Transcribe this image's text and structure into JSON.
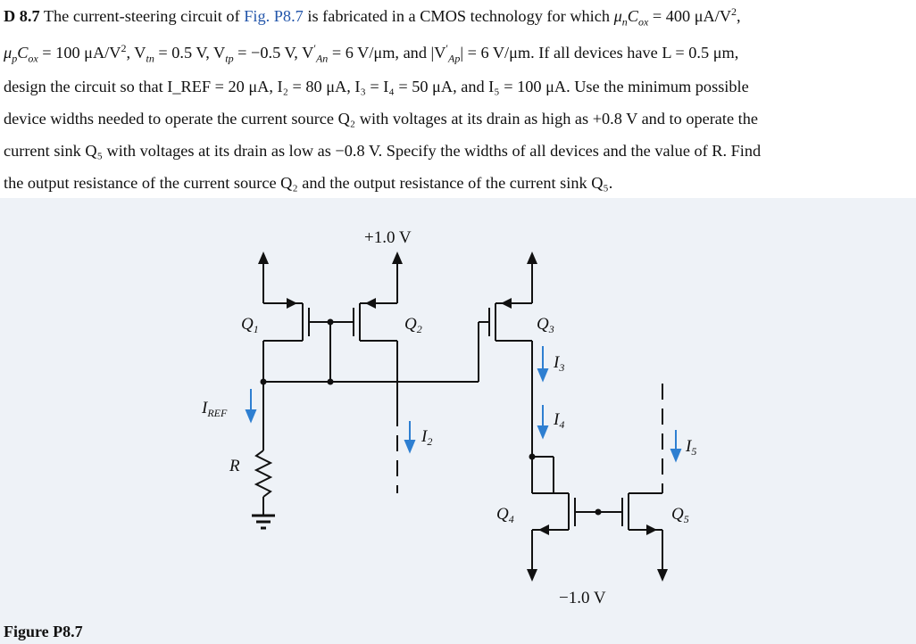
{
  "problem": {
    "number": "D 8.7",
    "line1": {
      "t1": "The current-steering circuit of",
      "figref": "Fig. P8.7",
      "t2": "is fabricated in a CMOS technology for which",
      "sym": "μ",
      "sub": "n",
      "sym2": "C",
      "sub2": "ox",
      "val": "= 400 μA/V",
      "sup": "2",
      "end": ","
    },
    "line2": {
      "t1": "μ",
      "t1sub": "p",
      "t2": "C",
      "t2sub": "ox",
      "t3": "= 100 μA/V",
      "t3sup": "2",
      "t4": ", V",
      "t4sub": "tn",
      "t5": "= 0.5 V, V",
      "t5sub": "tp",
      "t6": "= −0.5 V, V",
      "t6sup": "′",
      "t6sub": "An",
      "t7": "= 6 V/μm, and |V",
      "t7sup": "′",
      "t7sub": "Ap",
      "t8": "| = 6 V/μm. If all devices have L = 0.5 μm,"
    },
    "line3": "design the circuit so that I_REF = 20 μA, I₂ = 80 μA, I₃ = I₄ = 50 μA, and I₅ = 100 μA. Use the minimum possible",
    "line4": "device widths needed to operate the current source Q₂ with voltages at its drain as high as +0.8 V and to operate the",
    "line5": "current sink Q₅ with voltages at its drain as low as −0.8 V. Specify the widths of all devices and the value of R. Find",
    "line6": "the output resistance of the current source Q₂ and the output resistance of the current sink Q₅."
  },
  "figure": {
    "vdd": "+1.0 V",
    "vss": "−1.0 V",
    "q1": "Q",
    "q1sub": "1",
    "q2": "Q",
    "q2sub": "2",
    "q3": "Q",
    "q3sub": "3",
    "q4": "Q",
    "q4sub": "4",
    "q5": "Q",
    "q5sub": "5",
    "iref": "I",
    "irefsub": "REF",
    "r": "R",
    "i2": "I",
    "i2sub": "2",
    "i3": "I",
    "i3sub": "3",
    "i4": "I",
    "i4sub": "4",
    "i5": "I",
    "i5sub": "5",
    "wire_color": "#111111",
    "arrow_color": "#2e7fd1"
  },
  "caption": "Figure P8.7"
}
